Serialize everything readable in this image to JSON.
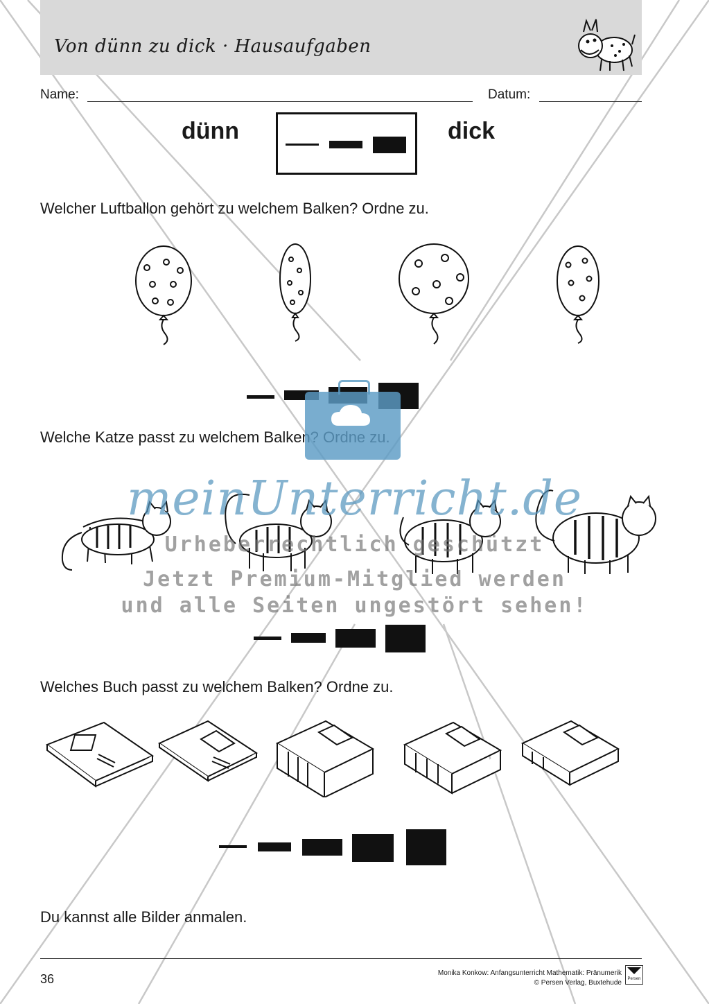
{
  "header": {
    "title": "Von dünn zu dick · Hausaufgaben"
  },
  "form": {
    "name_label": "Name:",
    "date_label": "Datum:"
  },
  "scale": {
    "thin_word": "dünn",
    "thick_word": "dick"
  },
  "tasks": {
    "balloons": "Welcher Luftballon gehört zu welchem Balken? Ordne zu.",
    "cats": "Welche Katze passt zu welchem Balken? Ordne zu.",
    "books": "Welches Buch passt zu welchem Balken? Ordne zu.",
    "coloring": "Du kannst alle Bilder anmalen."
  },
  "watermark": {
    "brand": "meinUnterricht.de",
    "line1": "Urheberrechtlich geschützt",
    "line2": "Jetzt Premium-Mitglied werden",
    "line3": "und alle Seiten ungestört sehen!"
  },
  "footer": {
    "page_number": "36",
    "credit_line1": "Monika Konkow: Anfangsunterricht Mathematik: Pränumerik",
    "credit_line2": "© Persen Verlag, Buxtehude",
    "publisher_logo": "Persen"
  },
  "colors": {
    "header_band": "#d9d9d9",
    "watermark_blue": "#5b9bc4",
    "ink": "#111111"
  }
}
